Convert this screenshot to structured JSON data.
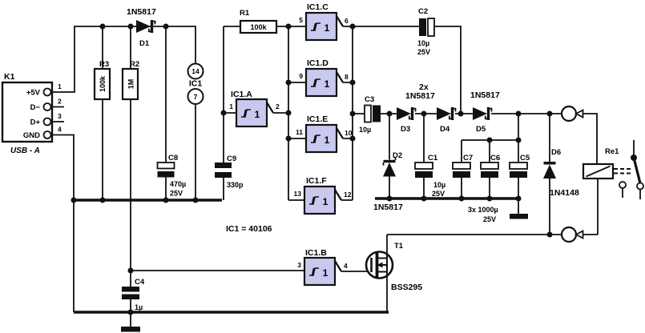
{
  "connector": {
    "ref": "K1",
    "type_label": "USB - A",
    "pins": [
      {
        "num": "1",
        "name": "+5V"
      },
      {
        "num": "2",
        "name": "D−"
      },
      {
        "num": "3",
        "name": "D+"
      },
      {
        "num": "4",
        "name": "GND"
      }
    ]
  },
  "ic": {
    "ref": "IC1",
    "equation": "IC1 = 40106",
    "vdd_pin": "14",
    "vss_pin": "7",
    "gate_symbol": "1",
    "gates": [
      {
        "ref": "IC1.A",
        "in": "1",
        "out": "2"
      },
      {
        "ref": "IC1.B",
        "in": "3",
        "out": "4"
      },
      {
        "ref": "IC1.C",
        "in": "5",
        "out": "6"
      },
      {
        "ref": "IC1.D",
        "in": "9",
        "out": "8"
      },
      {
        "ref": "IC1.E",
        "in": "11",
        "out": "10"
      },
      {
        "ref": "IC1.F",
        "in": "13",
        "out": "12"
      }
    ]
  },
  "resistors": {
    "r1": {
      "ref": "R1",
      "value": "100k"
    },
    "r2": {
      "ref": "R2",
      "value": "1M"
    },
    "r3": {
      "ref": "R3",
      "value": "100k"
    }
  },
  "capacitors": {
    "c1": {
      "ref": "C1",
      "value": "10µ",
      "voltage": "25V"
    },
    "c2": {
      "ref": "C2",
      "value": "10µ",
      "voltage": "25V"
    },
    "c3": {
      "ref": "C3",
      "value": "10µ"
    },
    "c4": {
      "ref": "C4",
      "value": "1µ"
    },
    "c5": {
      "ref": "C5"
    },
    "c6": {
      "ref": "C6"
    },
    "c7": {
      "ref": "C7"
    },
    "c8": {
      "ref": "C8",
      "value": "470µ",
      "voltage": "25V"
    },
    "c9": {
      "ref": "C9",
      "value": "330p"
    },
    "c567_value": "3x 1000µ",
    "c567_voltage": "25V"
  },
  "diodes": {
    "d1": {
      "ref": "D1",
      "part": "1N5817"
    },
    "d2": {
      "ref": "D2",
      "part": "1N5817"
    },
    "d3": {
      "ref": "D3"
    },
    "d4": {
      "ref": "D4"
    },
    "d34_qty": "2x",
    "d34_part": "1N5817",
    "d5": {
      "ref": "D5",
      "part": "1N5817"
    },
    "d6": {
      "ref": "D6",
      "part": "1N4148"
    }
  },
  "transistor": {
    "ref": "T1",
    "part": "BSS295"
  },
  "relay": {
    "ref": "Re1"
  },
  "colors": {
    "gate_fill": "#c9c9ef",
    "wire": "#111111",
    "background": "#ffffff"
  }
}
